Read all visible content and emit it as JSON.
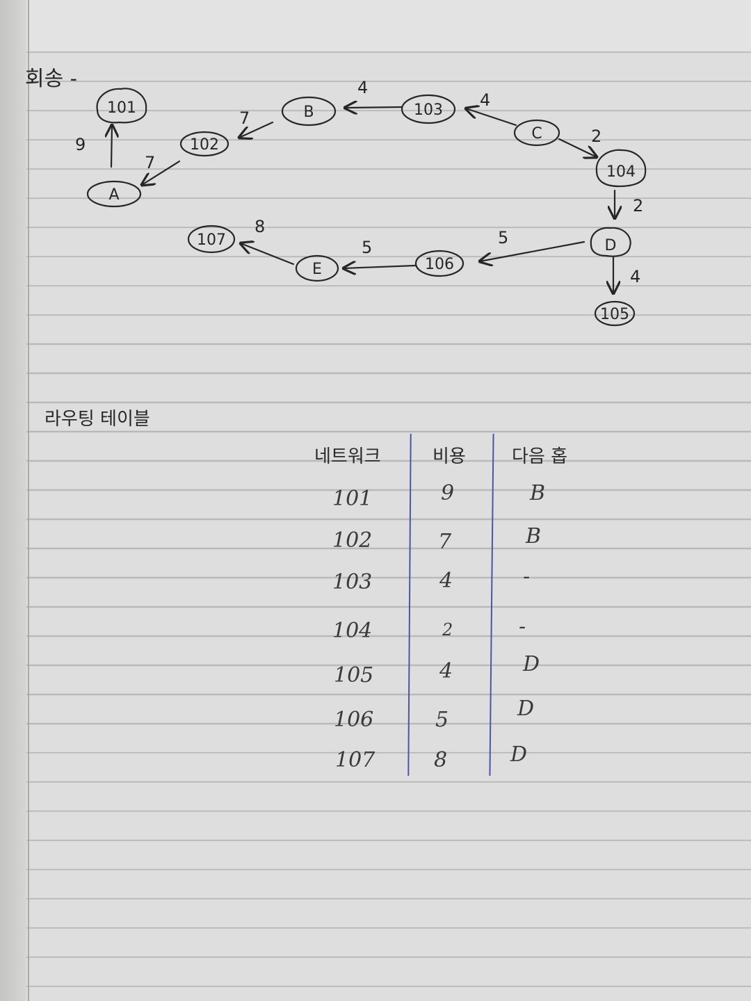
{
  "title": "회송 -",
  "nodes": [
    {
      "id": "n101",
      "label": "101"
    },
    {
      "id": "nA",
      "label": "A"
    },
    {
      "id": "n102",
      "label": "102"
    },
    {
      "id": "nB",
      "label": "B"
    },
    {
      "id": "n103",
      "label": "103"
    },
    {
      "id": "nC",
      "label": "C"
    },
    {
      "id": "n104",
      "label": "104"
    },
    {
      "id": "nD",
      "label": "D"
    },
    {
      "id": "n105",
      "label": "105"
    },
    {
      "id": "n106",
      "label": "106"
    },
    {
      "id": "nE",
      "label": "E"
    },
    {
      "id": "n107",
      "label": "107"
    }
  ],
  "edges": [
    {
      "from": "A",
      "to": "101",
      "weight": "9"
    },
    {
      "from": "102",
      "to": "A",
      "weight": "7"
    },
    {
      "from": "B",
      "to": "102",
      "weight": "7"
    },
    {
      "from": "103",
      "to": "B",
      "weight": "4"
    },
    {
      "from": "C",
      "to": "103",
      "weight": "4"
    },
    {
      "from": "C",
      "to": "104",
      "weight": "2"
    },
    {
      "from": "104",
      "to": "D",
      "weight": "2"
    },
    {
      "from": "D",
      "to": "105",
      "weight": "4"
    },
    {
      "from": "D",
      "to": "106",
      "weight": "5"
    },
    {
      "from": "106",
      "to": "E",
      "weight": "5"
    },
    {
      "from": "E",
      "to": "107",
      "weight": "8"
    }
  ],
  "routing_table": {
    "title": "라우팅 테이블",
    "headers": [
      "네트워크",
      "비용",
      "다음 홉"
    ],
    "rows": [
      [
        "101",
        "9",
        "B"
      ],
      [
        "102",
        "7",
        "B"
      ],
      [
        "103",
        "4",
        "-"
      ],
      [
        "104",
        "2",
        "-"
      ],
      [
        "105",
        "4",
        "D"
      ],
      [
        "106",
        "5",
        "D"
      ],
      [
        "107",
        "8",
        "D"
      ]
    ]
  }
}
